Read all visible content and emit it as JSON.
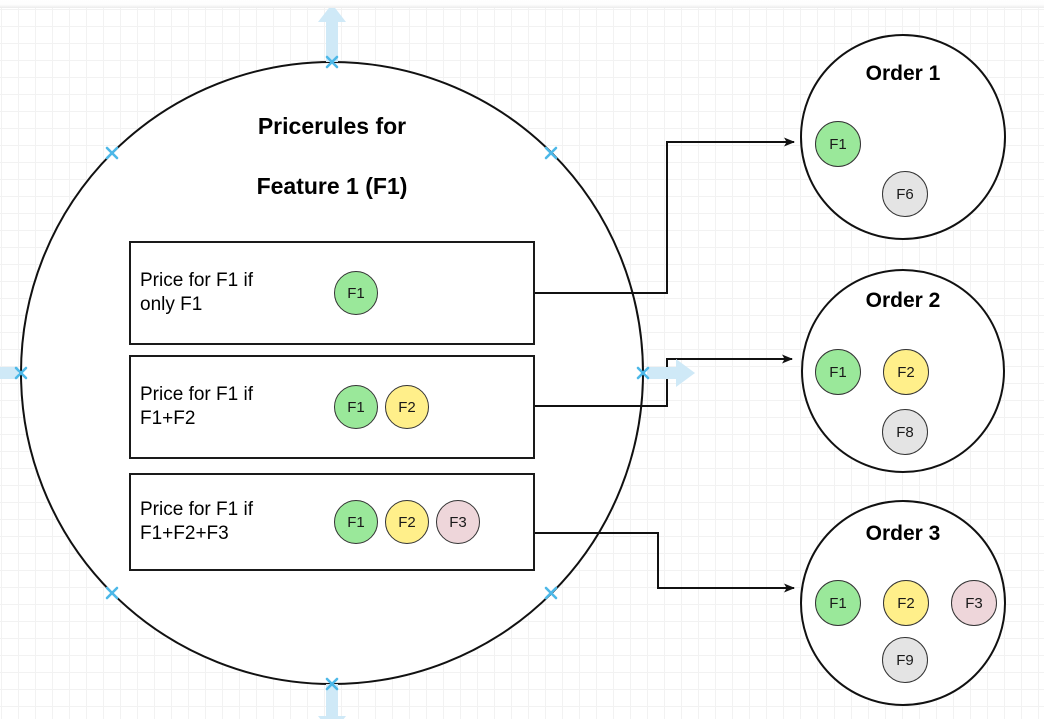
{
  "canvas": {
    "background": "#ffffff",
    "grid_minor_color": "#f2f2f2",
    "grid_major_color": "#d4d4d4"
  },
  "palette": {
    "green": "#9ae89a",
    "yellow": "#ffef8a",
    "pink": "#eed6da",
    "gray": "#e4e4e4",
    "stroke": "#1a1a1a",
    "handle_blue": "#4db8e8",
    "hint_blue": "#cfe9f7"
  },
  "pricerules_group": {
    "title_line1": "Pricerules for",
    "title_line2": "Feature 1 (F1)",
    "rules": [
      {
        "text": "Price for F1 if\nonly F1",
        "chips": [
          {
            "label": "F1",
            "color": "green"
          }
        ]
      },
      {
        "text": "Price for F1 if\nF1+F2",
        "chips": [
          {
            "label": "F1",
            "color": "green"
          },
          {
            "label": "F2",
            "color": "yellow"
          }
        ]
      },
      {
        "text": "Price for F1 if\nF1+F2+F3",
        "chips": [
          {
            "label": "F1",
            "color": "green"
          },
          {
            "label": "F2",
            "color": "yellow"
          },
          {
            "label": "F3",
            "color": "pink"
          }
        ]
      }
    ]
  },
  "orders": [
    {
      "title": "Order 1",
      "row_chips": [
        {
          "label": "F1",
          "color": "green"
        }
      ],
      "lower_chips": [
        {
          "label": "F6",
          "color": "gray"
        }
      ]
    },
    {
      "title": "Order 2",
      "row_chips": [
        {
          "label": "F1",
          "color": "green"
        },
        {
          "label": "F2",
          "color": "yellow"
        }
      ],
      "lower_chips": [
        {
          "label": "F8",
          "color": "gray"
        }
      ]
    },
    {
      "title": "Order 3",
      "row_chips": [
        {
          "label": "F1",
          "color": "green"
        },
        {
          "label": "F2",
          "color": "yellow"
        },
        {
          "label": "F3",
          "color": "pink"
        }
      ],
      "lower_chips": [
        {
          "label": "F9",
          "color": "gray"
        }
      ]
    }
  ],
  "connectors": [
    {
      "from_rule": 0,
      "to_order": 0
    },
    {
      "from_rule": 1,
      "to_order": 1
    },
    {
      "from_rule": 2,
      "to_order": 2
    }
  ],
  "selection_handles": {
    "icon": "x-handle-icon",
    "count": 8,
    "hint_arrows": [
      "arrow-up-hint",
      "arrow-right-hint",
      "arrow-down-hint",
      "arrow-left-hint"
    ]
  }
}
